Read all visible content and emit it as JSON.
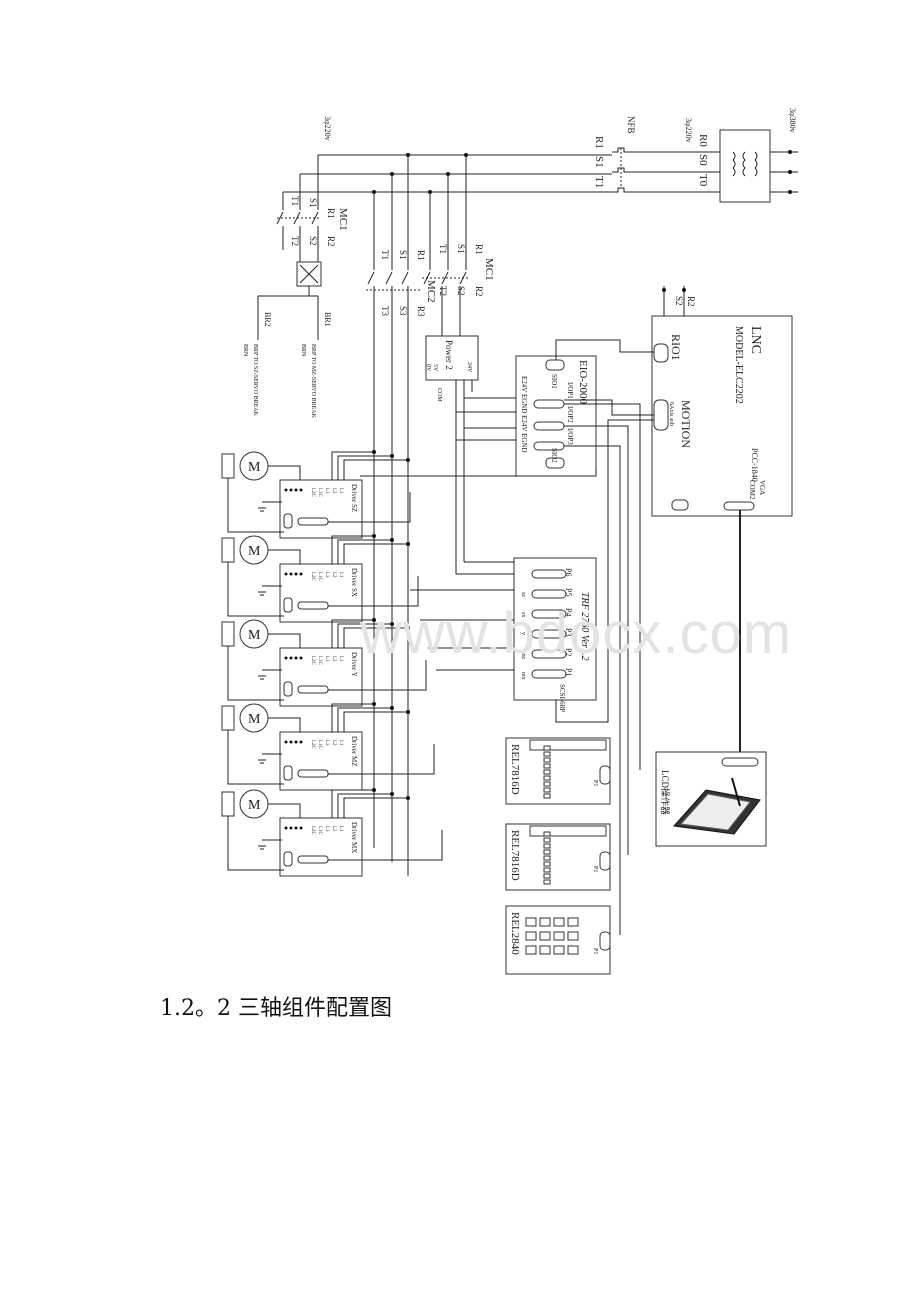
{
  "supply": {
    "v380": "3φ380v",
    "v220": "3φ220v",
    "v220b": "3φ220v"
  },
  "nfb": "NFB",
  "phases": {
    "r0": "R0",
    "s0": "S0",
    "t0": "T0",
    "r1": "R1",
    "s1": "S1",
    "t1": "T1"
  },
  "mc1": {
    "name": "MC1",
    "r1": "R1",
    "s1": "S1",
    "t1": "T1",
    "r2": "R2",
    "s2": "S2",
    "t2": "T2"
  },
  "mc1b": {
    "name": "MC1",
    "r1": "R1",
    "s1": "S1",
    "t1": "T1",
    "r2": "R2",
    "s2": "S2",
    "t2": "T2"
  },
  "mc2": {
    "name": "MC2",
    "r1": "R1",
    "s1": "S1",
    "t1": "T1",
    "r3": "R3",
    "s3": "S3",
    "t3": "T3"
  },
  "brake": {
    "br1": "BR1",
    "br2": "BR2",
    "line1": "BRP  TO MZ-SERVO BREAK",
    "line1b": "BRN",
    "line2": "BRP  TO SZ-SERVO BREAK",
    "line2b": "BRN"
  },
  "lnc": {
    "title": "LNC",
    "model": "MODEL-ELC2202",
    "pcc": "PCC-1840",
    "rio": "RIO1",
    "motion": "MOTION",
    "motion_sub": "6Axis sub",
    "vga": "VGA",
    "com2": "COM2",
    "r2": "R2",
    "s2": "S2"
  },
  "eio": {
    "title": "EIO-2000",
    "sio1": "SIO1",
    "sio2": "SIO2",
    "iop1": "I/OP1",
    "iop2": "I/OP2",
    "iop3": "I/OP3",
    "terms": "E24V  EGND  E24V  EGND"
  },
  "power": {
    "title": "Power 2",
    "t24": "24V",
    "t5": "5V",
    "t0": "0V",
    "com": "COM"
  },
  "trf": {
    "title": "TRF 2760 Ver1.2",
    "scsi": "SCSI-68P",
    "ports": [
      "P6",
      "P5",
      "P4",
      "P3",
      "P2",
      "P1"
    ],
    "axes": [
      "sz",
      "sx",
      "y",
      "mz",
      "mx"
    ]
  },
  "drivers": [
    {
      "label": "Driver SZ"
    },
    {
      "label": "Driver SX"
    },
    {
      "label": "Driver Y"
    },
    {
      "label": "Driver MZ"
    },
    {
      "label": "Driver MX"
    }
  ],
  "motor_symbol": "M",
  "driver_terms": [
    "L1",
    "L2",
    "L3",
    "L1C",
    "L2C"
  ],
  "rel1": {
    "title": "REL7816D",
    "port": "P1"
  },
  "rel2": {
    "title": "REL7816D",
    "port": "P1"
  },
  "rel3": {
    "title": "REL2840",
    "port": "P1"
  },
  "lcd": {
    "label": "LCD操作器"
  },
  "caption": "1.2。2 三轴组件配置图",
  "watermark": "www.bdocx.com"
}
